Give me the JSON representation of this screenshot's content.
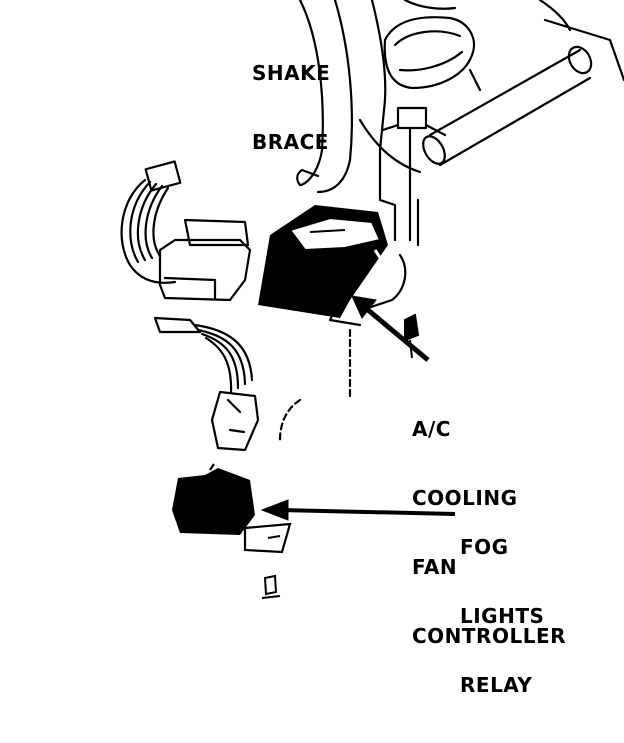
{
  "labels": {
    "shake_brace": [
      "SHAKE",
      "BRACE"
    ],
    "ac_controller": [
      "A/C",
      "COOLING",
      "FAN",
      "CONTROLLER"
    ],
    "fog_relay": [
      "FOG",
      "LIGHTS",
      "RELAY"
    ]
  },
  "colors": {
    "ink": "#000000",
    "paper": "#ffffff"
  }
}
